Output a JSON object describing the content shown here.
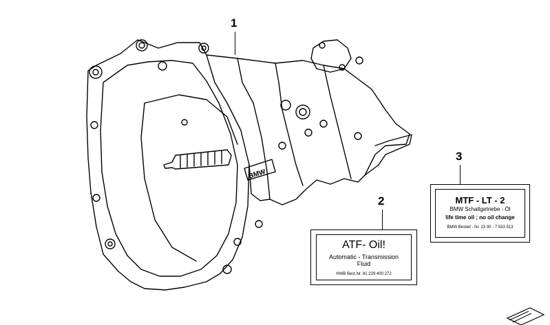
{
  "callouts": {
    "c1": "1",
    "c2": "2",
    "c3": "3"
  },
  "housing_text": "BMW",
  "label_atf": {
    "title": "ATF- Oil!",
    "line1": "Automatic - Transmission",
    "line2": "Fluid",
    "part_no": "HWB Best.Nr. 81 229 400 272"
  },
  "label_mtf": {
    "title": "MTF - LT - 2",
    "line1": "BMW Schaltgetriebe - Öl",
    "line2": "life time oil ; no oil change",
    "part_no": "BMW Bestell - Nr.  23 00 - 7 533 513"
  }
}
